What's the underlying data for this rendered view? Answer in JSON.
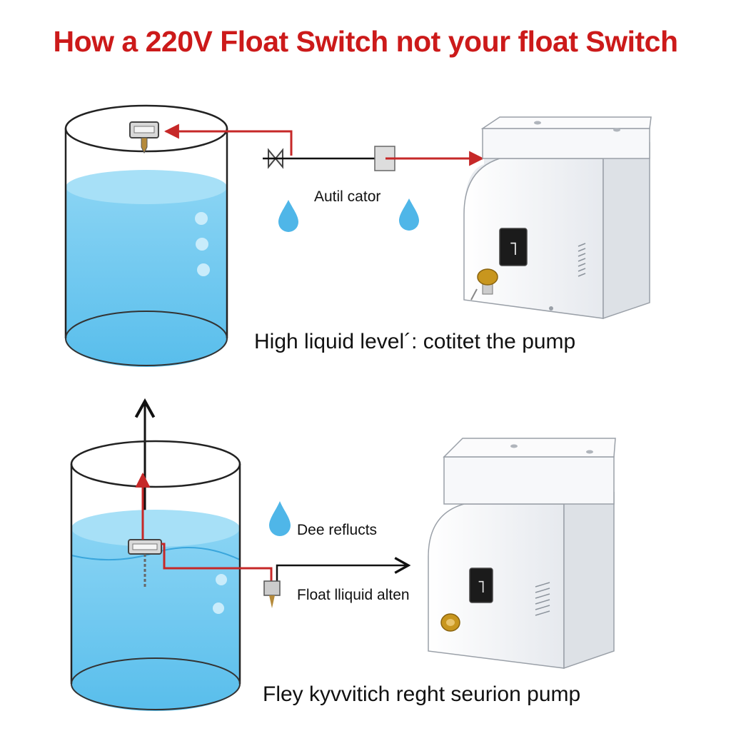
{
  "title": "How a 220V Float Switch not your float Switch",
  "top_panel": {
    "label": "Autil cator",
    "caption": "High liquid level´: cotitet the pump",
    "pump_display": "˥"
  },
  "bottom_panel": {
    "label_drop": "Dee reflucts",
    "label_switch": "Float lliquid alten",
    "caption": "Fley kyvvitich reght seurion pump",
    "pump_display": "˥"
  },
  "colors": {
    "title": "#cc1a1a",
    "wire_red": "#c62828",
    "wire_black": "#111111",
    "water": "#5ec3ee",
    "water_surface": "#a7e0f7",
    "pump_body": "#f4f5f7",
    "pump_shadow": "#cfd4da",
    "brass": "#c8961e"
  }
}
